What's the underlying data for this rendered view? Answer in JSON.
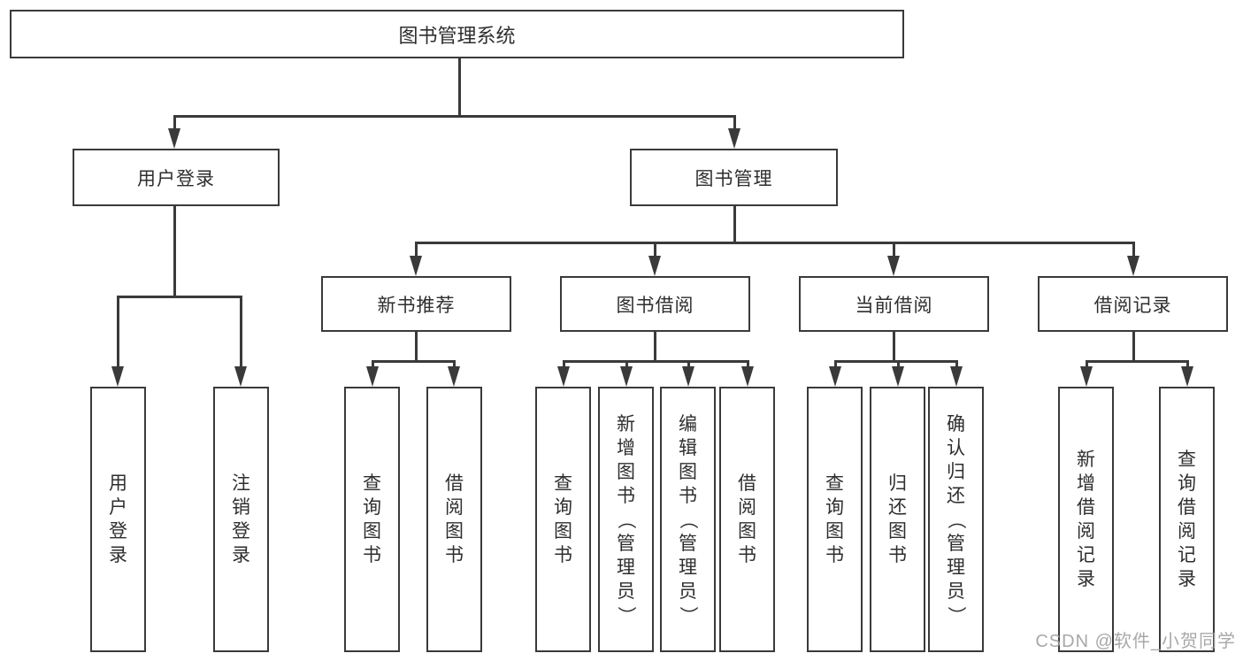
{
  "diagram": {
    "root": {
      "label": "图书管理系统"
    },
    "level2": [
      {
        "label": "用户登录"
      },
      {
        "label": "图书管理"
      }
    ],
    "level3": [
      {
        "label": "新书推荐"
      },
      {
        "label": "图书借阅"
      },
      {
        "label": "当前借阅"
      },
      {
        "label": "借阅记录"
      }
    ],
    "leaves": {
      "user_login": [
        "用户登录",
        "注销登录"
      ],
      "new_book_rec": [
        "查询图书",
        "借阅图书"
      ],
      "book_borrow": [
        "查询图书",
        "新增图书（管理员）",
        "编辑图书（管理员）",
        "借阅图书"
      ],
      "current_borrow": [
        "查询图书",
        "归还图书",
        "确认归还（管理员）"
      ],
      "borrow_records": [
        "新增借阅记录",
        "查询借阅记录"
      ]
    }
  },
  "watermark": {
    "text": "CSDN @软件_小贺同学"
  },
  "colors": {
    "line": "#3a3a3a",
    "text": "#2e2e2e",
    "box_background": "#ffffff",
    "watermark": "#9e9e9e",
    "page_background": "#ffffff"
  }
}
